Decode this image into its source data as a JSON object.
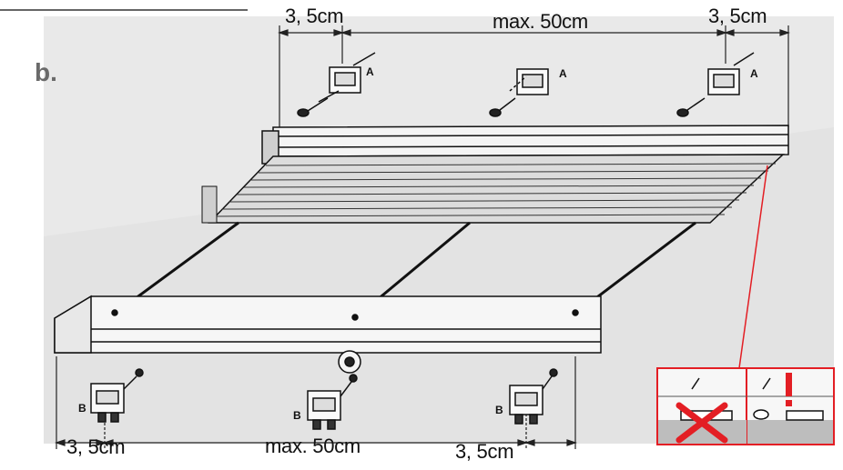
{
  "step_label": "b.",
  "top_dimensions": {
    "left": "3, 5cm",
    "middle": "max. 50cm",
    "right": "3, 5cm"
  },
  "bottom_dimensions": {
    "left": "3, 5cm",
    "middle": "max. 50cm",
    "right": "3, 5cm"
  },
  "top_bracket_letter": "A",
  "bottom_bracket_letter": "B",
  "colors": {
    "background": "#e6e6e6",
    "line": "#1a1a1a",
    "warning": "#e31e24",
    "rail": "#f2f2f2"
  }
}
